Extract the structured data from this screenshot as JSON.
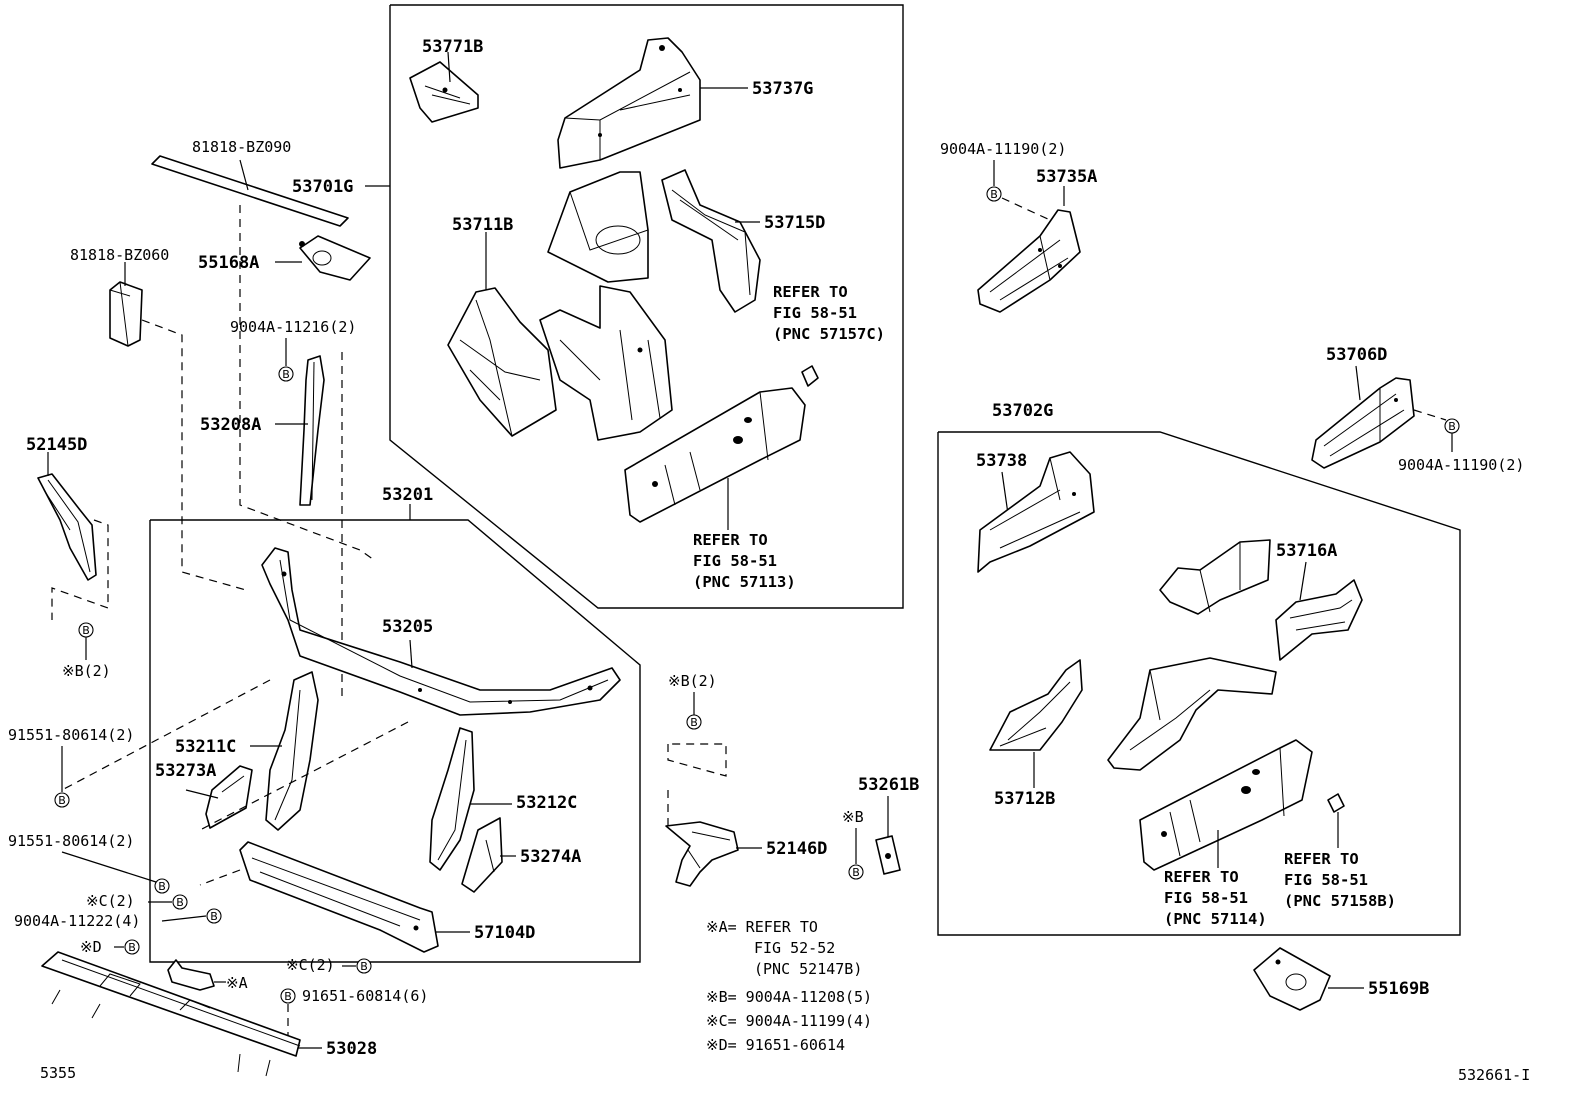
{
  "diagram": {
    "bolt_marker": "B",
    "parts": {
      "p53771B": "53771B",
      "p53737G": "53737G",
      "p81818BZ090": "81818-BZ090",
      "p53701G": "53701G",
      "p53711B": "53711B",
      "p53715D": "53715D",
      "p81818BZ060": "81818-BZ060",
      "p55168A": "55168A",
      "p9004A11216": "9004A-11216(2)",
      "p53208A": "53208A",
      "p52145D": "52145D",
      "p53201": "53201",
      "p53205": "53205",
      "p91551_a": "91551-80614(2)",
      "p53211C": "53211C",
      "p53273A": "53273A",
      "p53212C": "53212C",
      "p53274A": "53274A",
      "p91551_b": "91551-80614(2)",
      "p9004A11222": "9004A-11222(4)",
      "p57104D": "57104D",
      "p91651_60814": "91651-60814(6)",
      "p53028": "53028",
      "p9004A11190_a": "9004A-11190(2)",
      "p53735A": "53735A",
      "p53706D": "53706D",
      "p53702G": "53702G",
      "p9004A11190_b": "9004A-11190(2)",
      "p53738": "53738",
      "p53716A": "53716A",
      "p53712B": "53712B",
      "p53261B": "53261B",
      "p52146D": "52146D",
      "p55169B": "55169B"
    },
    "marks": {
      "xB2_left": "※B(2)",
      "xB2_mid": "※B(2)",
      "xB_single": "※B",
      "xC2_a": "※C(2)",
      "xC2_b": "※C(2)",
      "xD": "※D",
      "xA": "※A"
    },
    "refer_1": [
      "REFER TO",
      "FIG 58-51",
      "(PNC 57157C)"
    ],
    "refer_2": [
      "REFER TO",
      "FIG 58-51",
      "(PNC 57113)"
    ],
    "refer_3": [
      "REFER TO",
      "FIG 58-51",
      "(PNC 57114)"
    ],
    "refer_4": [
      "REFER TO",
      "FIG 58-51",
      "(PNC 57158B)"
    ],
    "legend": {
      "a_line1": "※A= REFER TO",
      "a_line2": "FIG 52-52",
      "a_line3": "(PNC 52147B)",
      "b": "※B= 9004A-11208(5)",
      "c": "※C= 9004A-11199(4)",
      "d": "※D= 91651-60614"
    },
    "footer": {
      "left_code": "5355",
      "right_code": "532661-I"
    }
  }
}
